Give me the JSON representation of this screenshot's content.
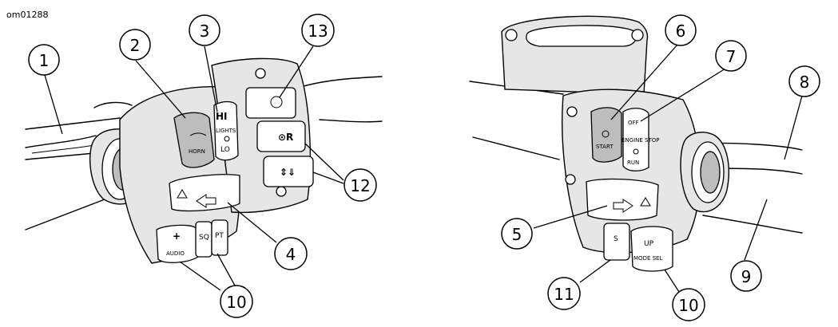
{
  "doc_id": "om01288",
  "left_switch": {
    "horn_label": "HORN",
    "hi_label": "HI",
    "lights_label": "LIGHTS",
    "lo_label": "LO",
    "audio_label": "AUDIO",
    "plus_label": "+",
    "sq_label": "SQ",
    "pt_label": "PT"
  },
  "right_switch": {
    "start_label": "START",
    "off_label": "OFF",
    "engine_stop_label": "ENGINE STOP",
    "run_label": "RUN",
    "up_label": "UP",
    "mode_sel_label": "MODE SEL",
    "s_label": "S"
  },
  "callouts": [
    {
      "id": "c1",
      "label": "1"
    },
    {
      "id": "c2",
      "label": "2"
    },
    {
      "id": "c3",
      "label": "3"
    },
    {
      "id": "c13",
      "label": "13"
    },
    {
      "id": "c4",
      "label": "4"
    },
    {
      "id": "c10a",
      "label": "10"
    },
    {
      "id": "c12",
      "label": "12"
    },
    {
      "id": "c6",
      "label": "6"
    },
    {
      "id": "c7",
      "label": "7"
    },
    {
      "id": "c8",
      "label": "8"
    },
    {
      "id": "c5",
      "label": "5"
    },
    {
      "id": "c9",
      "label": "9"
    },
    {
      "id": "c11",
      "label": "11"
    },
    {
      "id": "c10b",
      "label": "10"
    }
  ]
}
